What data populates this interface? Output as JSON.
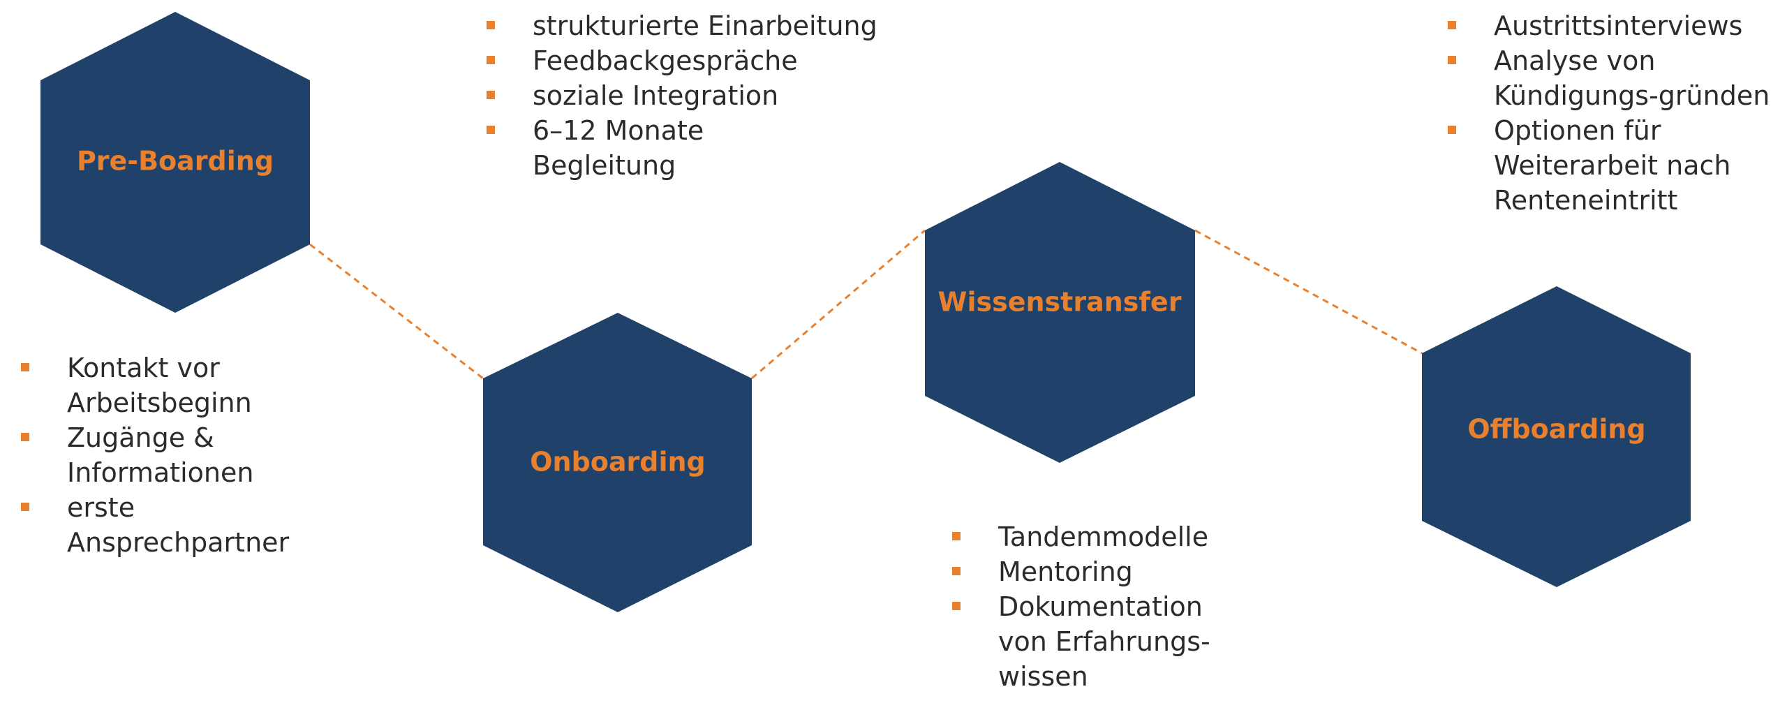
{
  "colors": {
    "hexagon_fill": "#20426a",
    "accent_orange": "#e9802d",
    "text_dark": "#2b2b2b"
  },
  "phases": [
    {
      "label": "Pre-Boarding",
      "bullets": [
        "Kontakt vor Arbeitsbeginn",
        "Zugänge & Informationen",
        "erste Ansprechpartner"
      ]
    },
    {
      "label": "Onboarding",
      "bullets": [
        "strukturierte Einarbeitung",
        "Feedbackgespräche",
        "soziale Integration",
        "6–12 Monate Begleitung"
      ]
    },
    {
      "label": "Wissenstransfer",
      "bullets": [
        "Tandemmodelle",
        "Mentoring",
        "Dokumentation von Erfahrungs-wissen"
      ]
    },
    {
      "label": "Offboarding",
      "bullets": [
        "Austrittsinterviews",
        "Analyse von Kündigungs-gründen",
        "Optionen für Weiterarbeit nach Renteneintritt"
      ]
    }
  ]
}
